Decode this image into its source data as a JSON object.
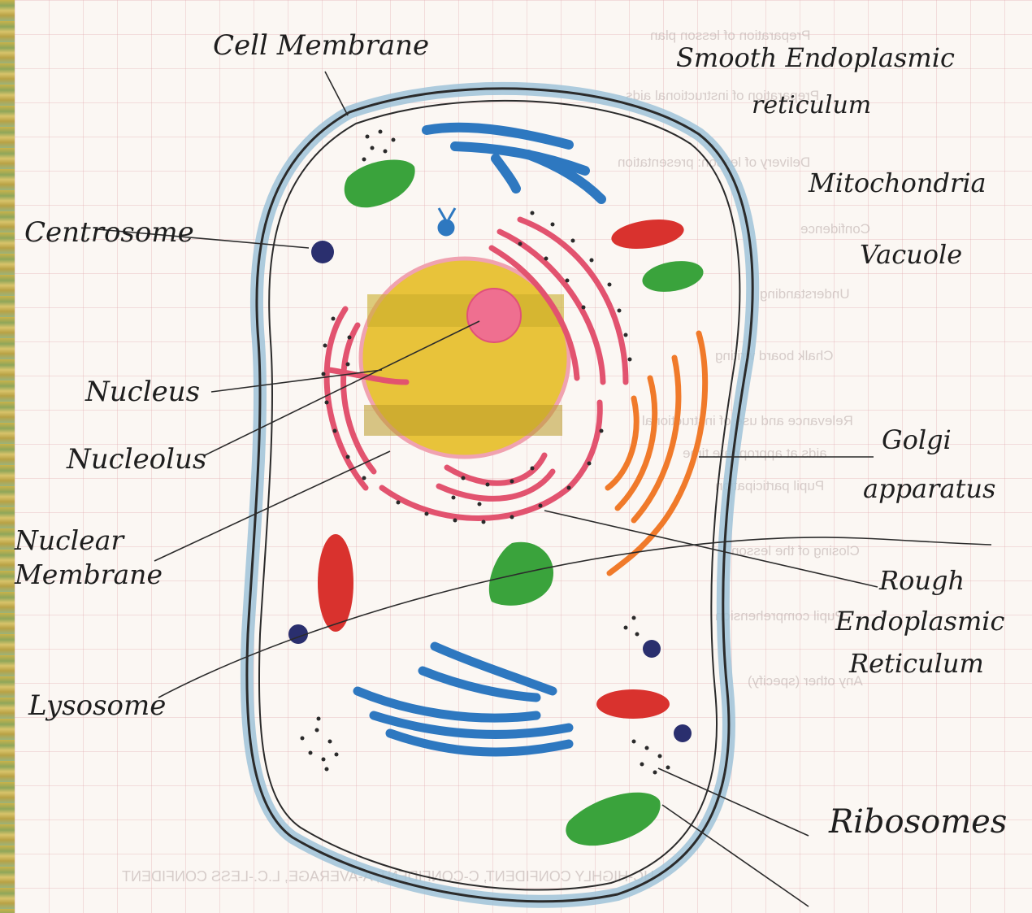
{
  "labels": {
    "cell_membrane": "Cell Membrane",
    "smooth_er": "Smooth Endoplasmic",
    "smooth_er_2": "reticulum",
    "mitochondria": "Mitochondria",
    "vacuole": "Vacuole",
    "centrosome": "Centrosome",
    "nucleus": "Nucleus",
    "nucleolus": "Nucleolus",
    "nuclear_membrane": "Nuclear Membrane",
    "golgi": "Golgi",
    "golgi_2": "apparatus",
    "rough_er": "Rough",
    "rough_er_2": "Endoplasmic",
    "rough_er_3": "Reticulum",
    "lysosome": "Lysosome",
    "ribosomes": "Ribosomes"
  },
  "background_show_through": [
    "Preparation of lesson plan",
    "Preparation of instructional aids",
    "Delivery of lesson: presentation",
    "Confidence",
    "Understanding",
    "Chalk board writing",
    "Relevance and use of instructional",
    "aids at appropriate time",
    "Pupil participation",
    "Closing of the lesson",
    "Pupil comprehension",
    "Any other (specify)",
    "HC-HIGHLY CONFIDENT, C-CONFIDENT, A-AVERAGE, L.C.-LESS CONFIDENT"
  ],
  "colors": {
    "membrane_outline": "#2b2b2b",
    "membrane_fill": "#9fc3d8",
    "nucleus": "#e8c33a",
    "nucleolus": "#ef6f90",
    "rough_er": "#e2536f",
    "golgi": "#f07a2a",
    "smooth_er": "#2e78c0",
    "mitochondria": "#d9322e",
    "vacuole": "#3aa33c",
    "lysosome": "#2a2f6e"
  }
}
